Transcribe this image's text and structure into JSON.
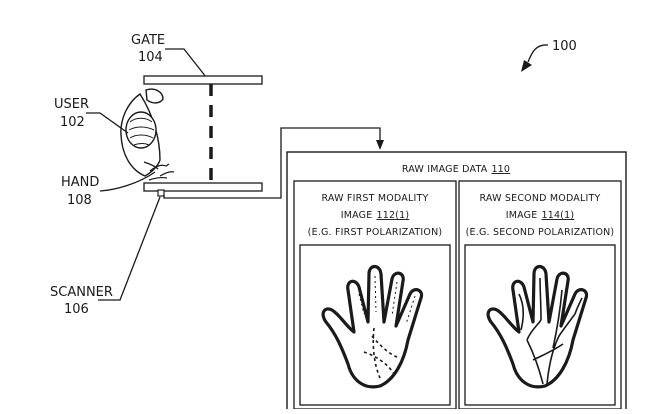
{
  "figure": {
    "ref": "100",
    "gate": {
      "word": "GATE",
      "number": "104"
    },
    "user": {
      "word": "USER",
      "number": "102"
    },
    "hand": {
      "word": "HAND",
      "number": "108"
    },
    "scanner": {
      "word": "SCANNER",
      "number": "106"
    },
    "raw_image_data": {
      "title_prefix": "RAW IMAGE DATA",
      "title_number": "110"
    },
    "first_modality": {
      "line1": "RAW FIRST MODALITY",
      "line2_prefix": "IMAGE",
      "line2_number": "112(1)",
      "line3": "(E.G. FIRST POLARIZATION)"
    },
    "second_modality": {
      "line1": "RAW SECOND MODALITY",
      "line2_prefix": "IMAGE",
      "line2_number": "114(1)",
      "line3": "(E.G. SECOND POLARIZATION)"
    }
  }
}
